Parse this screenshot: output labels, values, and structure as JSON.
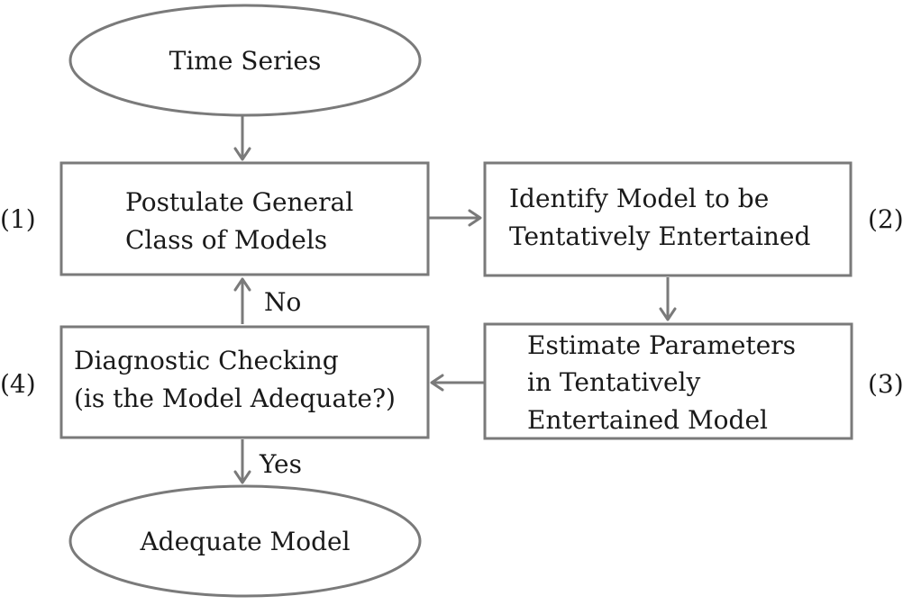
{
  "nodes": {
    "start": {
      "label": "Time Series"
    },
    "postulate": {
      "lines": [
        "Postulate General",
        "Class of Models"
      ],
      "step": "(1)"
    },
    "identify": {
      "lines": [
        "Identify Model to be",
        "Tentatively Entertained"
      ],
      "step": "(2)"
    },
    "estimate": {
      "lines": [
        "Estimate Parameters",
        "in Tentatively",
        "Entertained Model"
      ],
      "step": "(3)"
    },
    "diagnostic": {
      "lines": [
        "Diagnostic Checking",
        "(is the Model Adequate?)"
      ],
      "step": "(4)"
    },
    "end": {
      "label": "Adequate Model"
    }
  },
  "edges": {
    "no_label": "No",
    "yes_label": "Yes"
  },
  "colors": {
    "stroke": "#7a7a7a",
    "text": "#1a1a1a",
    "background": "#ffffff"
  }
}
